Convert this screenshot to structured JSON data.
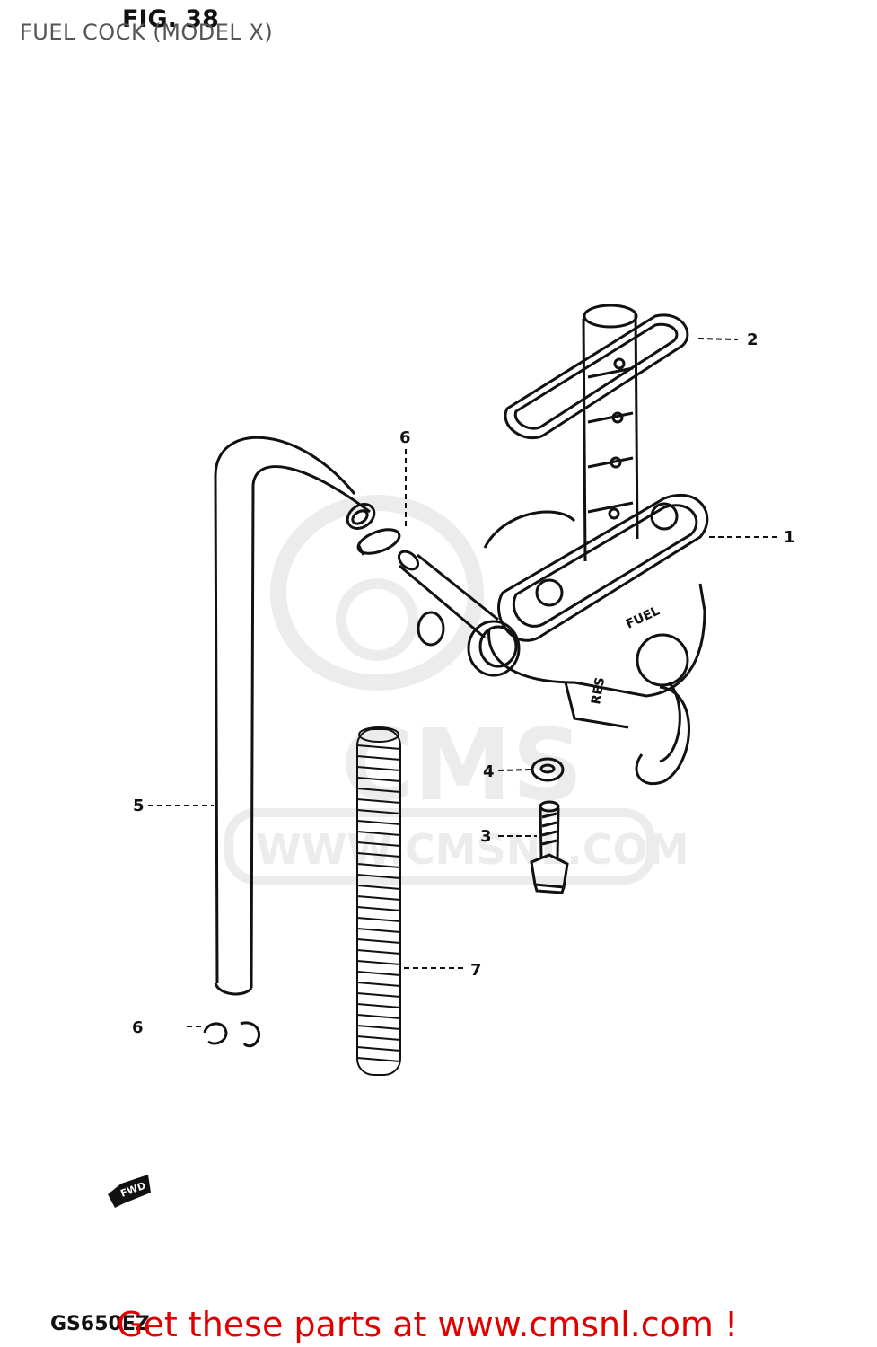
{
  "header": {
    "title": "FUEL COCK (MODEL X)",
    "figure": "FIG. 38"
  },
  "watermark": {
    "logo_text": "CMS",
    "url_text": "WWW.CMSNL.COM"
  },
  "callouts": {
    "c1": "1",
    "c2": "2",
    "c3": "3",
    "c4": "4",
    "c5": "5",
    "c6_top": "6",
    "c6_bottom": "6",
    "c7": "7"
  },
  "direction_label": "FWD",
  "fuel_cock_labels": {
    "fuel": "FUEL",
    "res": "RES"
  },
  "footer": {
    "model_code": "GS650EZ",
    "cta": "Get these parts at www.cmsnl.com !"
  },
  "colors": {
    "cta": "#e00000",
    "line": "#111111",
    "watermark": "#ececec"
  }
}
